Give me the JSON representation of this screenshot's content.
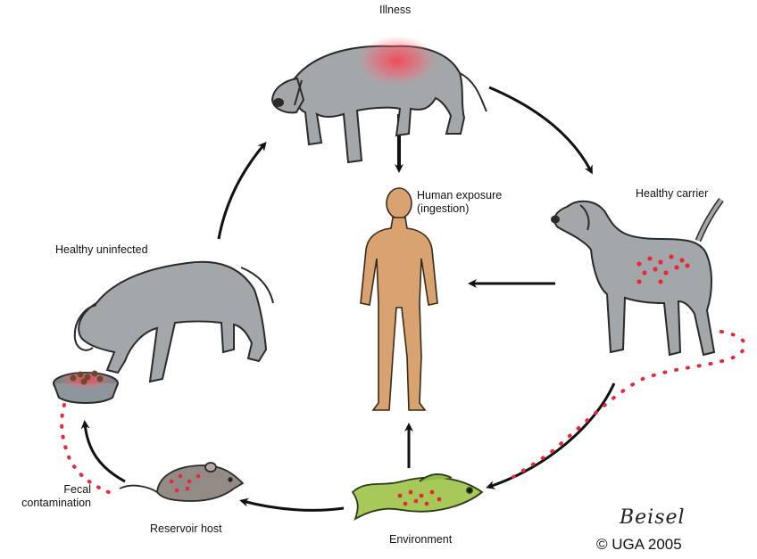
{
  "labels": {
    "illness": "Illness",
    "human_exposure_line1": "Human exposure",
    "human_exposure_line2": "(ingestion)",
    "healthy_carrier": "Healthy carrier",
    "healthy_uninfected": "Healthy uninfected",
    "fecal_line1": "Fecal",
    "fecal_line2": "contamination",
    "reservoir_host": "Reservoir host",
    "environment": "Environment"
  },
  "credit": {
    "signature": "Beisel",
    "copyright": "© UGA 2005"
  },
  "colors": {
    "animal_gray": "#a4a7aa",
    "outline": "#2a2a2a",
    "human_skin": "#d9a271",
    "fish_green": "#a6c95a",
    "rat_gray": "#928a84",
    "infection_red": "#e8283a",
    "arrow": "#111111"
  }
}
